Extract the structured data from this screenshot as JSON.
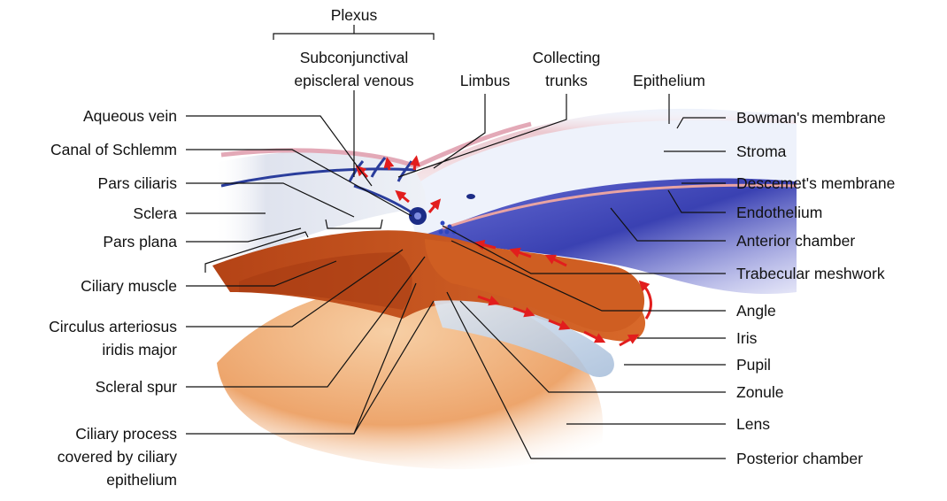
{
  "header": {
    "plexus": "Plexus",
    "subconj_line1": "Subconjunctival",
    "subconj_line2": "episcleral venous",
    "limbus": "Limbus",
    "collecting_line1": "Collecting",
    "collecting_line2": "trunks",
    "epithelium": "Epithelium"
  },
  "left_labels": {
    "aqueous_vein": "Aqueous vein",
    "canal_schlemm": "Canal of Schlemm",
    "pars_ciliaris": "Pars ciliaris",
    "sclera": "Sclera",
    "pars_plana": "Pars plana",
    "ciliary_muscle": "Ciliary muscle",
    "circulus_line1": "Circulus arteriosus",
    "circulus_line2": "iridis major",
    "scleral_spur": "Scleral spur",
    "ciliary_process_line1": "Ciliary process",
    "ciliary_process_line2": "covered by ciliary",
    "ciliary_process_line3": "epithelium"
  },
  "right_labels": {
    "bowman": "Bowman's membrane",
    "stroma": "Stroma",
    "descemet": "Descemet's membrane",
    "endothelium": "Endothelium",
    "anterior_chamber": "Anterior chamber",
    "trabecular": "Trabecular meshwork",
    "angle": "Angle",
    "iris": "Iris",
    "pupil": "Pupil",
    "zonule": "Zonule",
    "lens": "Lens",
    "posterior_chamber": "Posterior chamber"
  },
  "colors": {
    "cornea": "#f3e6ea",
    "stroma": "#eef2fb",
    "chamber": "#3e46b8",
    "sclera": "#e6e9f2",
    "iris": "#c8541b",
    "ciliary": "#cc5a1c",
    "lens": "#f0b483",
    "zonule": "#c7d7e8",
    "vein": "#2a3d9c",
    "flow_arrow": "#e21d1d"
  }
}
